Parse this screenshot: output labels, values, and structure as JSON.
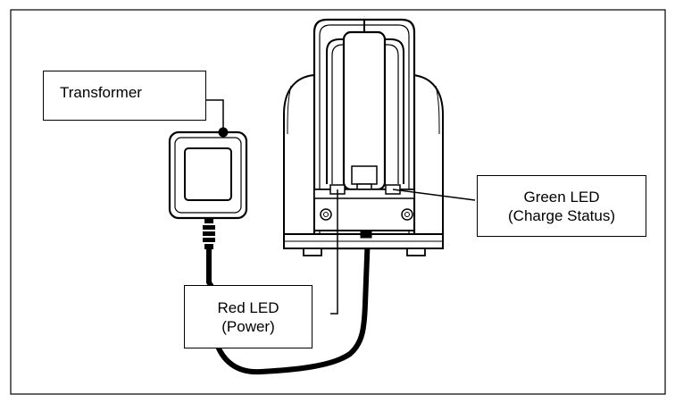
{
  "labels": {
    "transformer": "Transformer",
    "red_led": {
      "line1": "Red LED",
      "line2": "(Power)"
    },
    "green_led": {
      "line1": "Green LED",
      "line2": "(Charge Status)"
    }
  },
  "colors": {
    "stroke": "#000000",
    "background": "#ffffff"
  }
}
